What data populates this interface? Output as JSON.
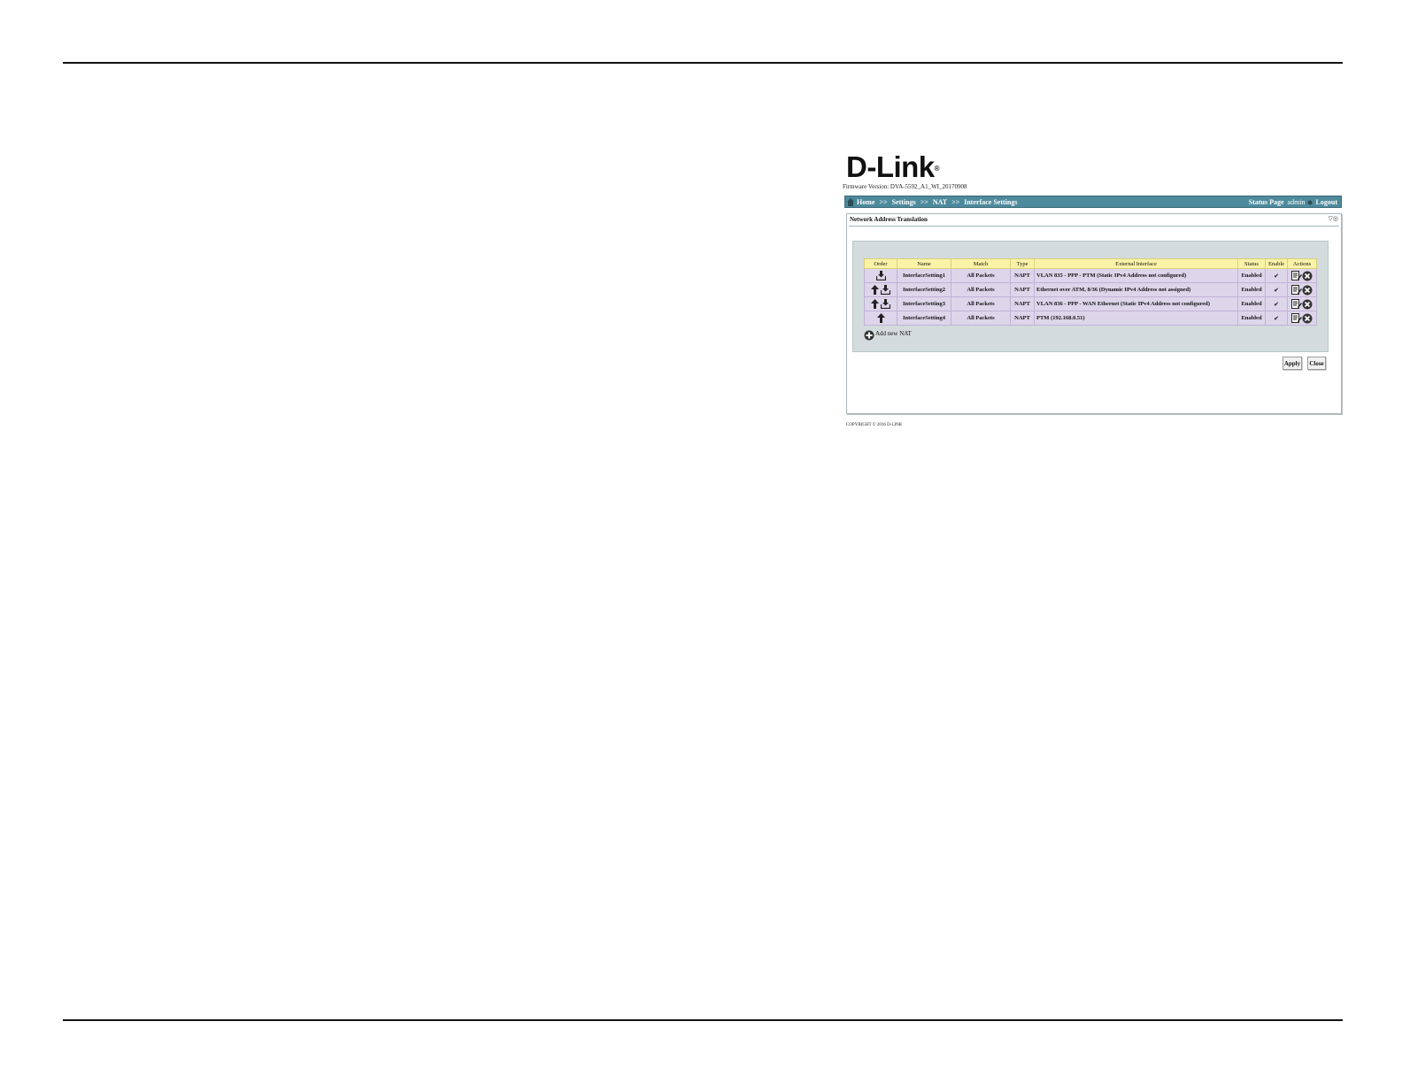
{
  "logo": {
    "brand": "D-Link",
    "registered": "®"
  },
  "firmware": "Firmware Version: DVA-5592_A1_WI_20170908",
  "breadcrumb": {
    "home": "Home",
    "sep": ">>",
    "settings": "Settings",
    "nat": "NAT",
    "current": "Interface Settings"
  },
  "topbar": {
    "status_page": "Status Page",
    "user": "admin",
    "logout": "Logout"
  },
  "panel": {
    "title": "Network Address Translation",
    "collapse_glyph": "▽◎"
  },
  "table": {
    "headers": [
      "Order",
      "Name",
      "Match",
      "Type",
      "External Interface",
      "Status",
      "Enable",
      "Actions"
    ],
    "rows": [
      {
        "order": "down",
        "name": "InterfaceSetting1",
        "match": "All Packets",
        "type": "NAPT",
        "external": "VLAN 835 - PPP - PTM (Static IPv4 Address not configured)",
        "status": "Enabled",
        "enabled": true
      },
      {
        "order": "updown",
        "name": "InterfaceSetting2",
        "match": "All Packets",
        "type": "NAPT",
        "external": "Ethernet over ATM, 8/36 (Dynamic IPv4 Address not assigned)",
        "status": "Enabled",
        "enabled": true
      },
      {
        "order": "updown",
        "name": "InterfaceSetting3",
        "match": "All Packets",
        "type": "NAPT",
        "external": "VLAN 836 - PPP - WAN Ethernet (Static IPv4 Address not configured)",
        "status": "Enabled",
        "enabled": true
      },
      {
        "order": "up",
        "name": "InterfaceSetting4",
        "match": "All Packets",
        "type": "NAPT",
        "external": "PTM (192.168.0.51)",
        "status": "Enabled",
        "enabled": true
      }
    ]
  },
  "add_nat": "Add new NAT",
  "buttons": {
    "apply": "Apply",
    "close": "Close"
  },
  "copyright": "COPYRIGHT © 2016 D-LINK",
  "colors": {
    "header_bar": "#4d8a9c",
    "table_header": "#faf3a7",
    "table_row": "#ddd5ea",
    "inner_panel": "#d3dbdc"
  }
}
